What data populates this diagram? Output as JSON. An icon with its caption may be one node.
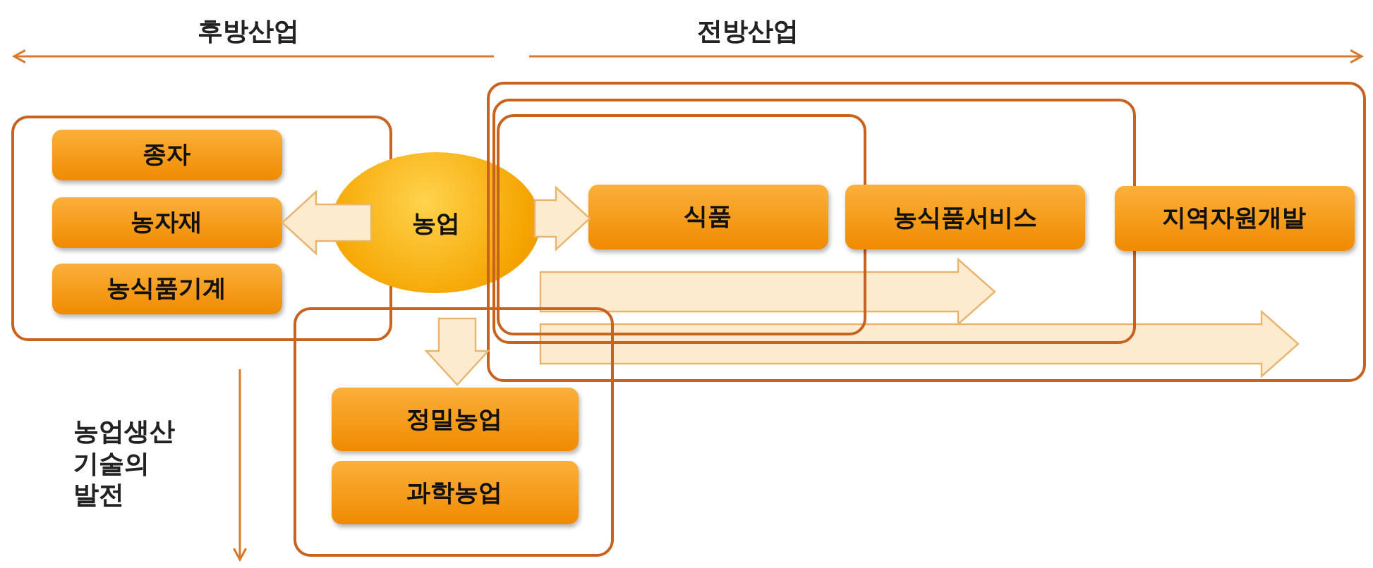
{
  "diagram": {
    "nodes": [
      {
        "text": [],
        "shape": "box"
      },
      {
        "text": [
          "종자"
        ],
        "in": 0
      },
      {
        "text": [
          "농자재"
        ],
        "in": 0
      },
      {
        "text": [
          "농식품기계"
        ],
        "in": 0
      },
      {
        "text": [
          "농업"
        ]
      },
      {
        "text": [],
        "shape": "box"
      },
      {
        "text": [],
        "shape": "box",
        "in": 5
      },
      {
        "text": [],
        "shape": "box",
        "in": 6
      },
      {
        "text": [
          "식품"
        ],
        "in": 7
      },
      {
        "text": [
          "농식품서비스"
        ],
        "in": 6
      },
      {
        "text": [
          "지역자원개발"
        ],
        "in": 5
      },
      {
        "text": [],
        "shape": "box"
      },
      {
        "text": [
          "정밀농업"
        ],
        "in": 11
      },
      {
        "text": [
          "과학농업"
        ],
        "in": 11
      }
    ],
    "edges": [
      {
        "from": 4,
        "to": 2,
        "arrow": "to"
      },
      {
        "from": 4,
        "to": 8,
        "arrow": "to"
      },
      {
        "from": 4,
        "to": 12,
        "arrow": "to"
      }
    ],
    "labels": [
      "후방산업",
      "전방산업",
      "농업생산 기술의 발전"
    ]
  }
}
